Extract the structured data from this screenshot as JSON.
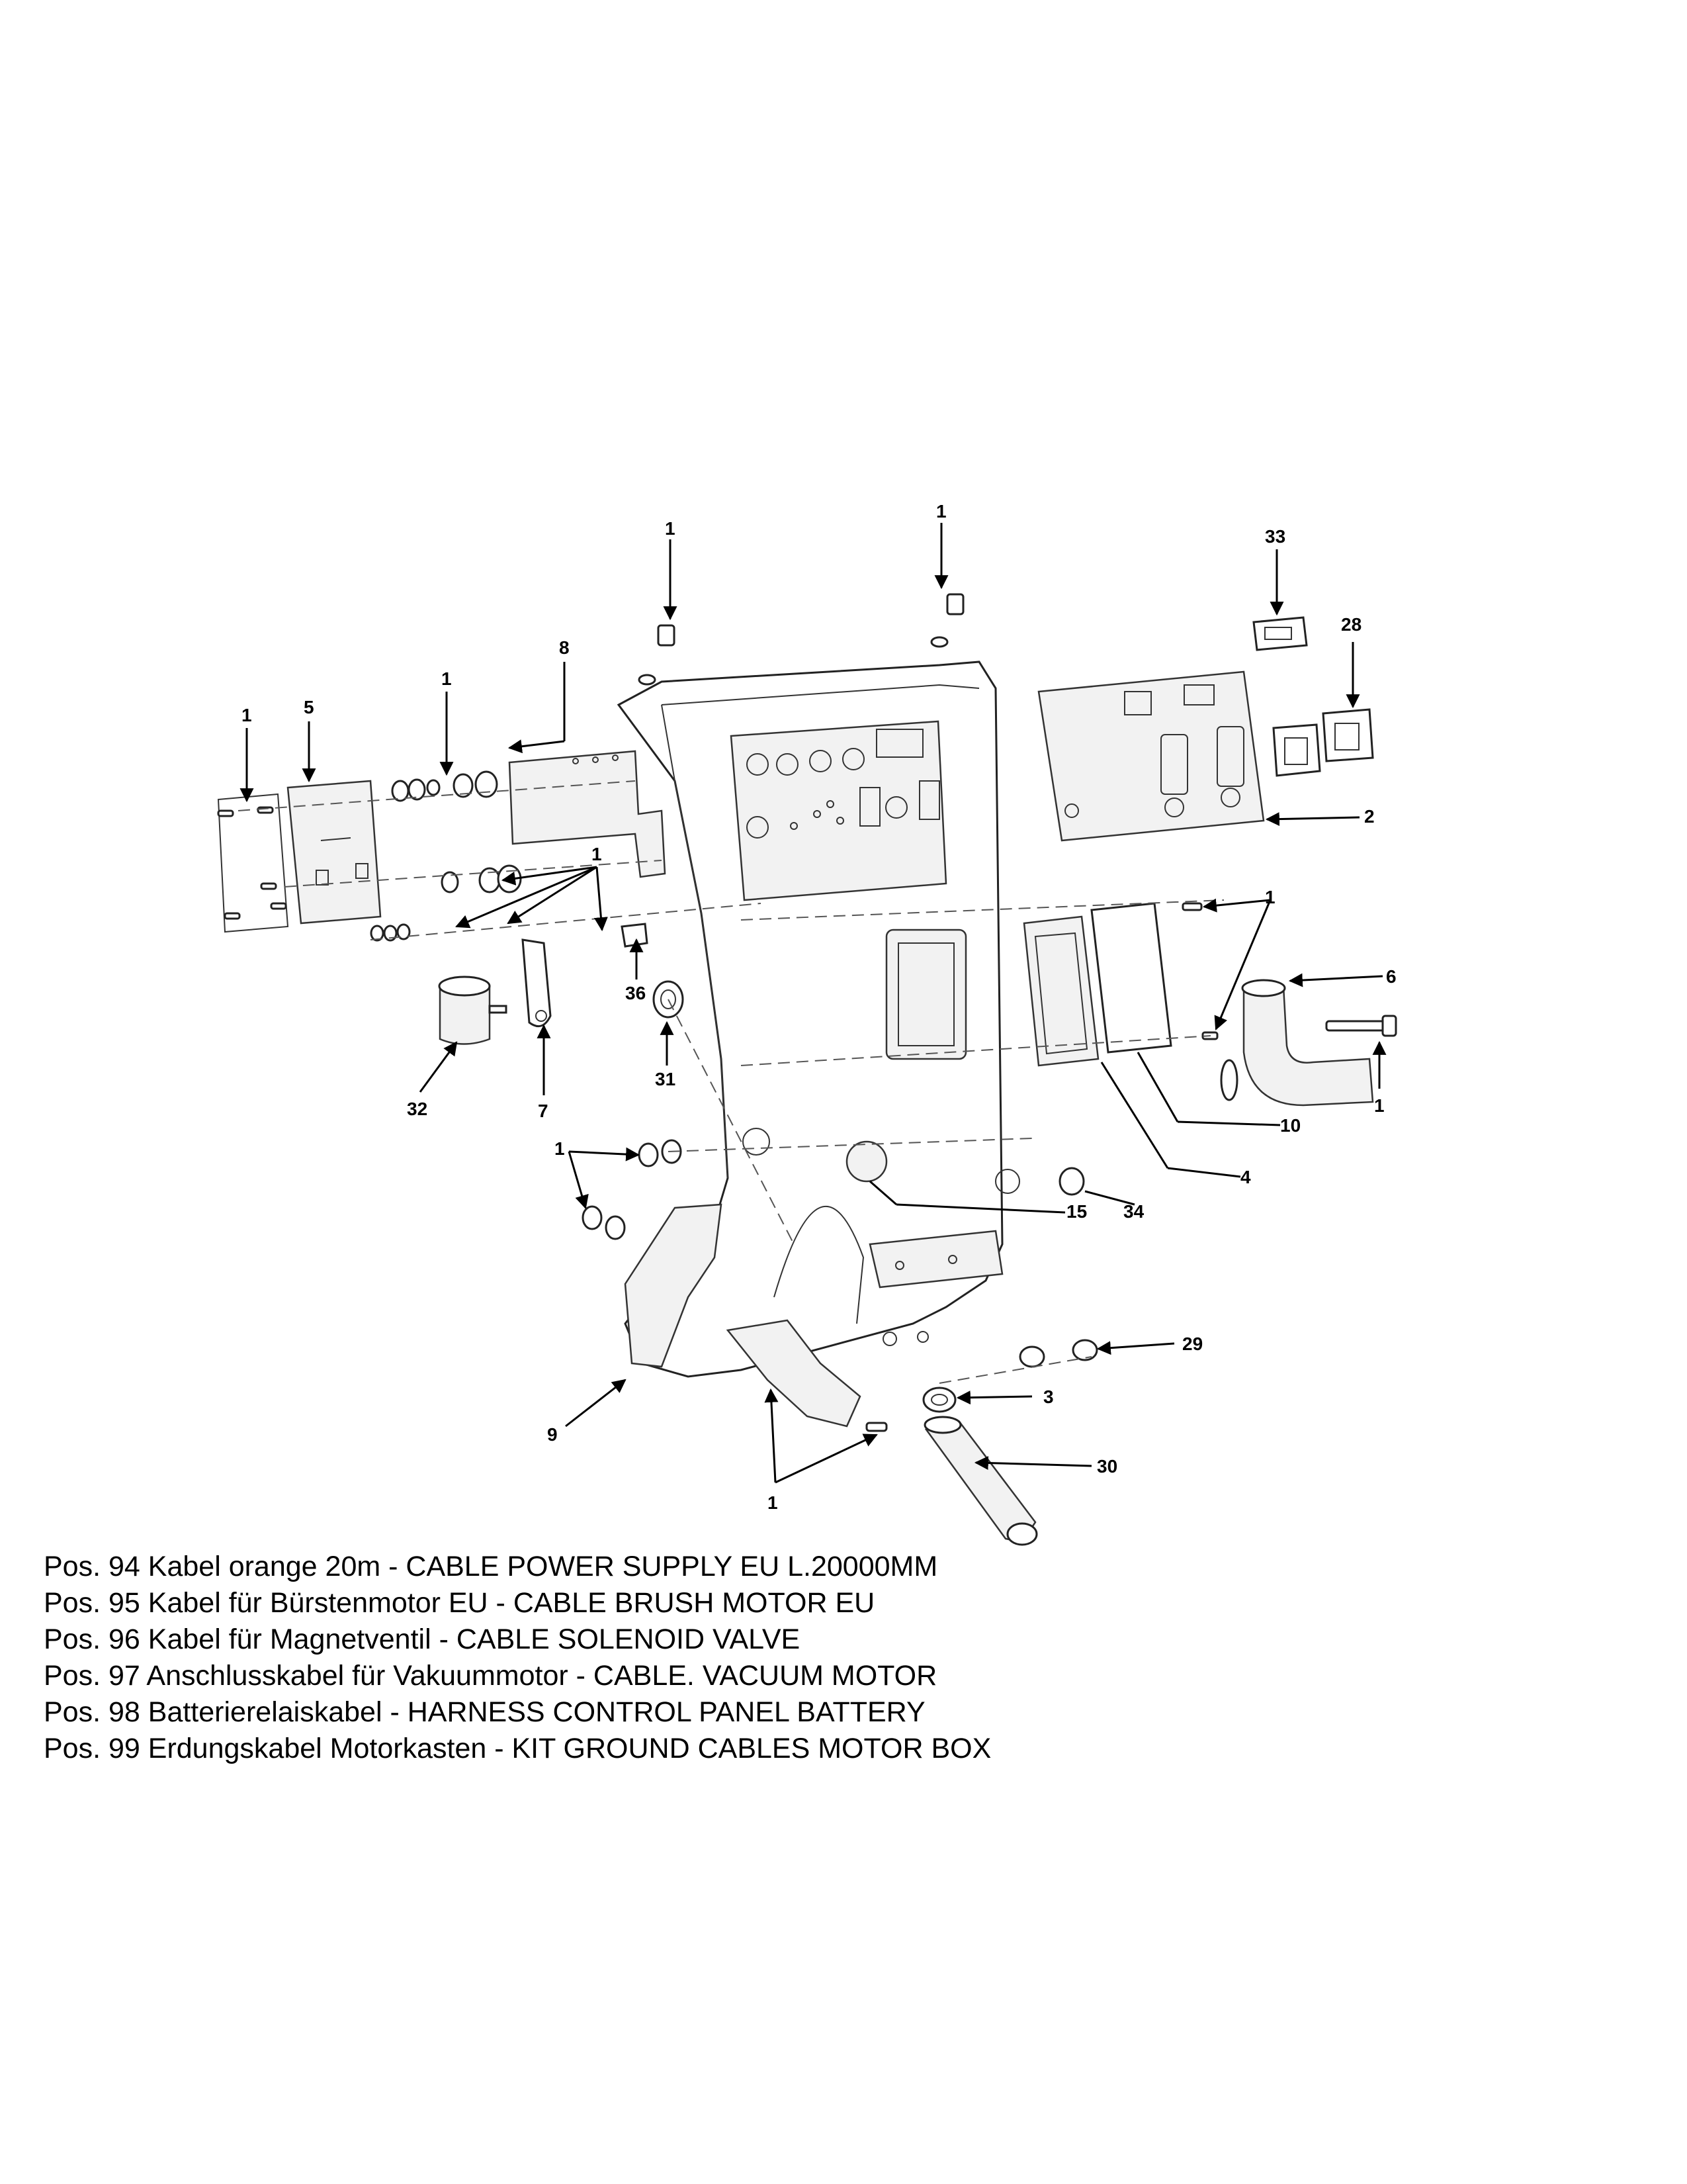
{
  "callouts": {
    "c_1_top_left_bolt": "1",
    "c_1_top_right_bolt": "1",
    "c_33": "33",
    "c_28": "28",
    "c_8": "8",
    "c_1_washers": "1",
    "c_5": "5",
    "c_1_left_plate": "1",
    "c_2": "2",
    "c_1_center_fasteners": "1",
    "c_1_right_screws": "1",
    "c_6": "6",
    "c_36": "36",
    "c_31": "31",
    "c_32": "32",
    "c_7": "7",
    "c_10": "10",
    "c_1_hose_bolt": "1",
    "c_4": "4",
    "c_1_lower_left": "1",
    "c_15": "15",
    "c_34": "34",
    "c_29": "29",
    "c_3": "3",
    "c_9": "9",
    "c_30": "30",
    "c_1_bottom": "1"
  },
  "legend": [
    "Pos. 94 Kabel orange 20m - CABLE POWER SUPPLY EU L.20000MM",
    "Pos. 95 Kabel für Bürstenmotor EU - CABLE BRUSH MOTOR EU",
    "Pos. 96 Kabel für Magnetventil - CABLE SOLENOID VALVE",
    "Pos. 97 Anschlusskabel für Vakuummotor - CABLE. VACUUM MOTOR",
    "Pos. 98 Batterierelaiskabel - HARNESS CONTROL PANEL BATTERY",
    "Pos. 99 Erdungskabel Motorkasten - KIT GROUND CABLES MOTOR BOX"
  ]
}
